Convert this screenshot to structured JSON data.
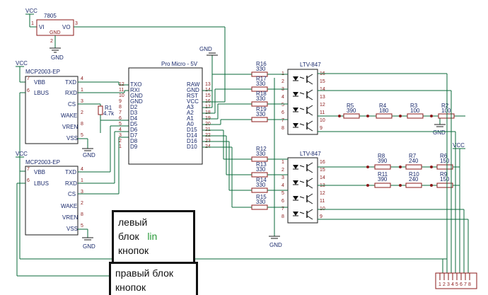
{
  "power": {
    "vcc": "VCC",
    "gnd": "GND"
  },
  "regulator": {
    "name": "7805",
    "vi": "VI",
    "vo": "VO",
    "gnd": "GND",
    "pin1": "1",
    "pin2": "2",
    "pin3": "3"
  },
  "mcp_top": {
    "name": "MCP2003-EP",
    "pins": [
      "VBB",
      "LBUS",
      "TXD",
      "RXD",
      "CS",
      "WAKE",
      "VREN",
      "VSS"
    ],
    "nums": [
      "7",
      "6",
      "4",
      "1",
      "3",
      "2",
      "8",
      "5"
    ]
  },
  "mcp_bottom": {
    "name": "MCP2003-EP",
    "pins": [
      "VBB",
      "LBUS",
      "TXD",
      "RXD",
      "CS",
      "WAKE",
      "VREN",
      "VSS"
    ],
    "nums": [
      "7",
      "6",
      "4",
      "1",
      "3",
      "2",
      "8",
      "5"
    ]
  },
  "r1": {
    "name": "R1",
    "value": "4.7k"
  },
  "promicro": {
    "name": "Pro Micro - 5V",
    "left_pins": [
      "TXO",
      "RXI",
      "GND",
      "GND",
      "D2",
      "D3",
      "D4",
      "D5",
      "D6",
      "D7",
      "D8",
      "D9"
    ],
    "left_nums": [
      "12",
      "11",
      "10",
      "9",
      "8",
      "7",
      "6",
      "5",
      "4",
      "3",
      "2",
      "1"
    ],
    "right_pins": [
      "RAW",
      "GND",
      "RST",
      "VCC",
      "A3",
      "A2",
      "A1",
      "A0",
      "D15",
      "D14",
      "D16",
      "D10"
    ],
    "right_nums": [
      "13",
      "14",
      "15",
      "16",
      "17",
      "18",
      "19",
      "20",
      "21",
      "22",
      "23",
      "24"
    ]
  },
  "opto_top": {
    "name": "LTV-847",
    "left": [
      "1",
      "2",
      "3",
      "4",
      "5",
      "6",
      "7",
      "8"
    ],
    "right": [
      "16",
      "15",
      "14",
      "13",
      "12",
      "11",
      "10",
      "9"
    ]
  },
  "opto_bottom": {
    "name": "LTV-847",
    "left": [
      "1",
      "2",
      "3",
      "4",
      "5",
      "6",
      "7",
      "8"
    ],
    "right": [
      "16",
      "15",
      "14",
      "13",
      "12",
      "11",
      "10",
      "9"
    ]
  },
  "resistors_left": [
    {
      "name": "R16",
      "value": "330"
    },
    {
      "name": "R17",
      "value": "330"
    },
    {
      "name": "R18",
      "value": "330"
    },
    {
      "name": "R19",
      "value": "330"
    },
    {
      "name": "R12",
      "value": "330"
    },
    {
      "name": "R13",
      "value": "330"
    },
    {
      "name": "R14",
      "value": "330"
    },
    {
      "name": "R15",
      "value": "330"
    }
  ],
  "ladder_top": [
    {
      "name": "R5",
      "value": "390"
    },
    {
      "name": "R4",
      "value": "180"
    },
    {
      "name": "R3",
      "value": "100"
    },
    {
      "name": "R2",
      "value": "100"
    }
  ],
  "ladder_bottom": [
    {
      "name": "R8",
      "value": "390"
    },
    {
      "name": "R7",
      "value": "240"
    },
    {
      "name": "R6",
      "value": "150"
    },
    {
      "name": "R11",
      "value": "390"
    },
    {
      "name": "R10",
      "value": "240"
    },
    {
      "name": "R9",
      "value": "150"
    }
  ],
  "notes": {
    "left_line1": "левый",
    "left_line2": "блок",
    "left_lin": "lin",
    "left_line3": "кнопок",
    "right_line1": "правый блок",
    "right_line2": "кнопок"
  },
  "connector_pins": [
    "1",
    "2",
    "3",
    "4",
    "5",
    "6",
    "7",
    "8"
  ]
}
